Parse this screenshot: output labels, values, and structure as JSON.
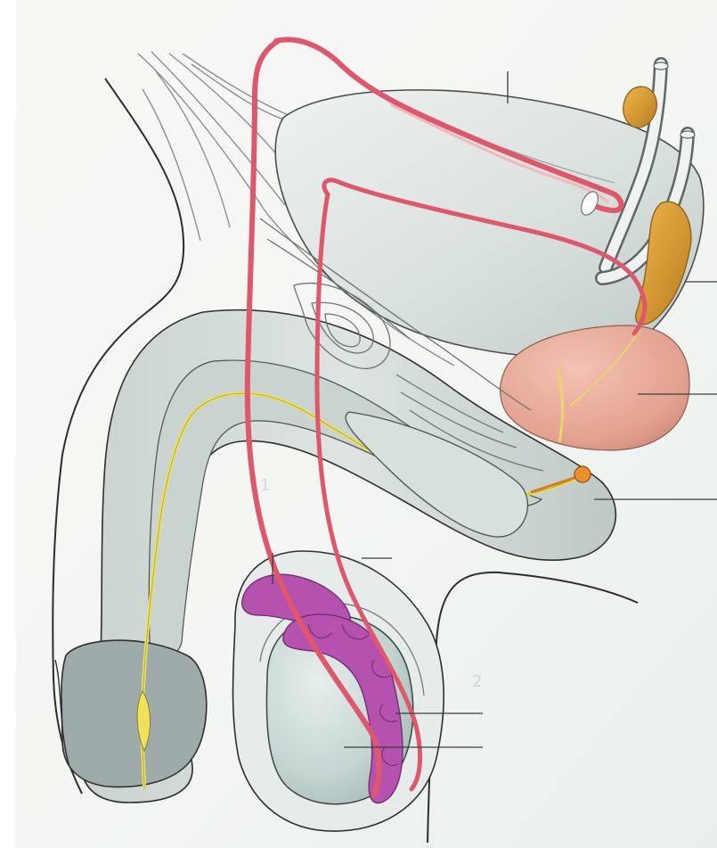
{
  "diagram": {
    "kind": "anatomical illustration",
    "palette": {
      "background": "#f4f6f2",
      "organ_fill": "#d8dfdd",
      "organ_shadow": "#b8c2bf",
      "outline": "#2a2a2a",
      "artery": "#e0566a",
      "vein_light": "#f2b3b8",
      "nerve_yellow": "#f1e55a",
      "gland_orange": "#d8962f",
      "prostate_pink": "#e8a898",
      "epididymis_purple": "#b04fb0",
      "testis_fill": "#c7d6d3",
      "label_line": "#3c3c3c"
    },
    "labels": [],
    "leader_lines": [
      {
        "id": "top",
        "label": ""
      },
      {
        "id": "right-upper",
        "label": ""
      },
      {
        "id": "right-middle",
        "label": ""
      },
      {
        "id": "right-lower",
        "label": ""
      },
      {
        "id": "testis-upper",
        "label": ""
      },
      {
        "id": "testis-lower",
        "label": ""
      },
      {
        "id": "cord",
        "label": ""
      },
      {
        "id": "epididymis-top",
        "label": ""
      }
    ]
  }
}
